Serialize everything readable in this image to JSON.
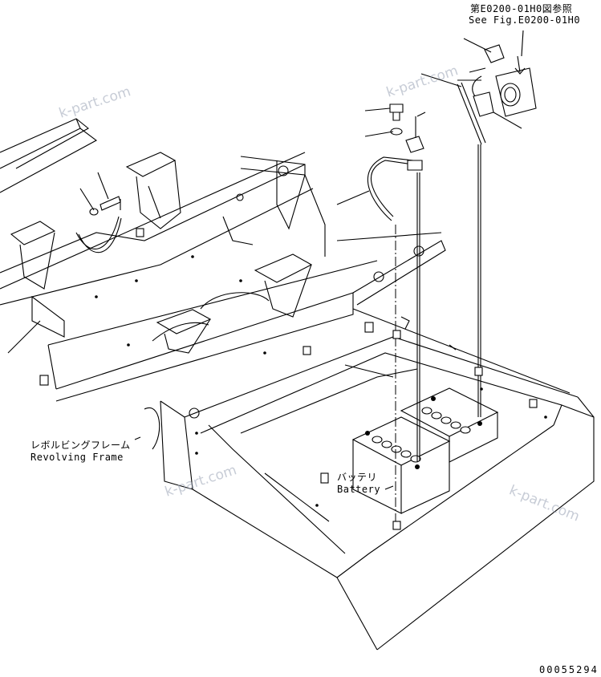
{
  "labels": {
    "ref_jp": "第E0200-01H0図参照",
    "ref_en": "See Fig.E0200-01H0",
    "frame_jp": "レボルビングフレーム",
    "frame_en": "Revolving Frame",
    "battery_jp": "バッテリ",
    "battery_en": "Battery",
    "drawing_no": "00055294"
  },
  "watermarks": {
    "text": "k-part.com"
  }
}
